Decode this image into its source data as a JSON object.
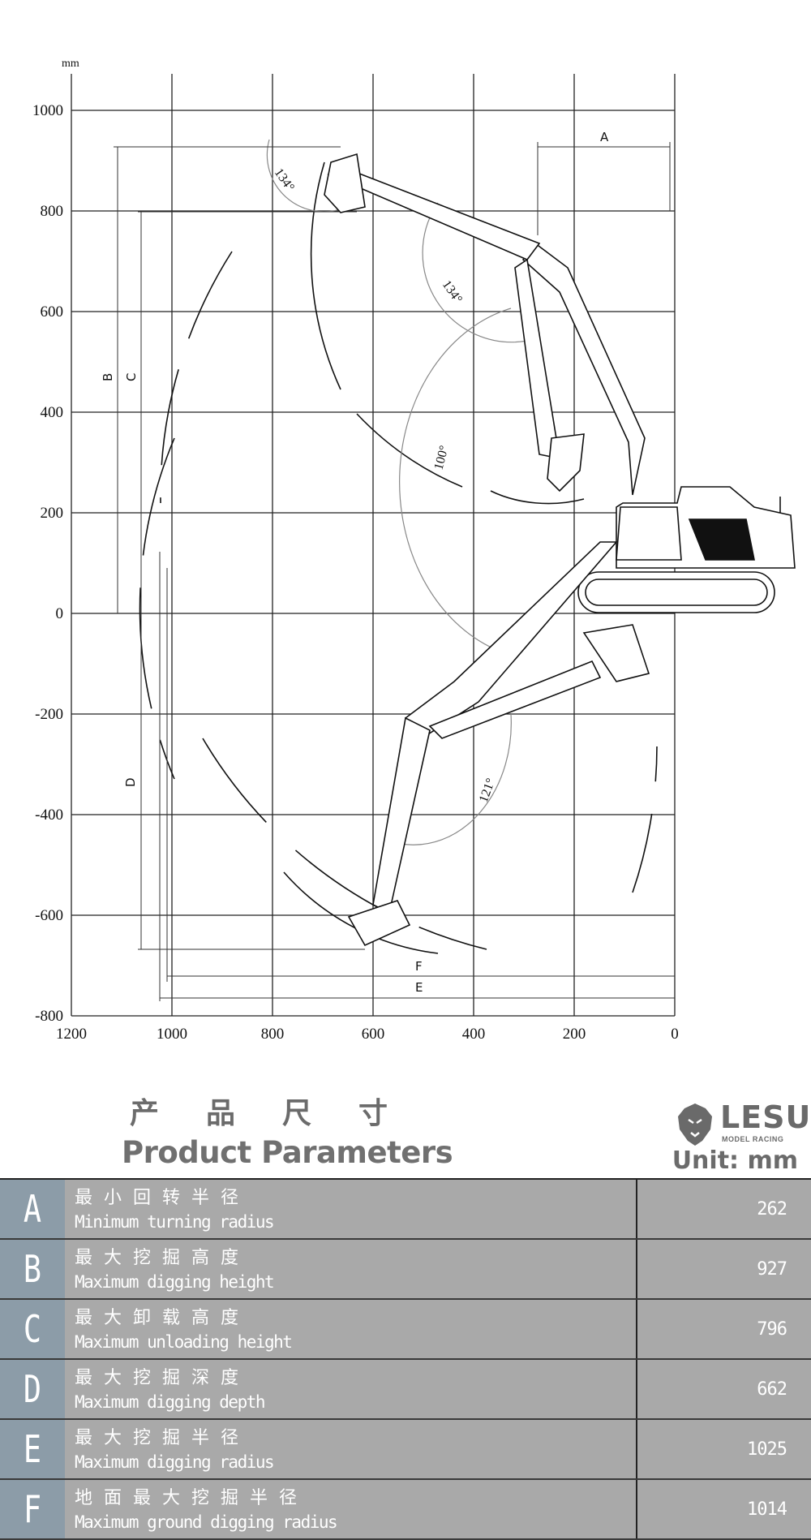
{
  "diagram": {
    "unit_label": "mm",
    "y_ticks": [
      "1000",
      "800",
      "600",
      "400",
      "200",
      "0",
      "-200",
      "-400",
      "-600",
      "-800"
    ],
    "x_ticks": [
      "1200",
      "1000",
      "800",
      "600",
      "400",
      "200",
      "0"
    ],
    "dimension_labels": {
      "A": "A",
      "B": "B",
      "C": "C",
      "D": "D",
      "E": "E",
      "F": "F"
    },
    "angle_labels": {
      "bucket_top": "134°",
      "arm_top": "134°",
      "boom": "100°",
      "arm_low": "121°"
    }
  },
  "header": {
    "title_cn": "产品尺寸",
    "title_en": "Product Parameters",
    "brand": "LESU",
    "brand_sub": "MODEL RACING",
    "unit": "Unit: mm"
  },
  "colors": {
    "label_bg": "#8c9ca8",
    "row_bg": "#a9a9a9",
    "title": "#6b6b6b"
  },
  "params": [
    {
      "key": "A",
      "cn": "最小回转半径",
      "en": "Minimum turning radius",
      "value": "262"
    },
    {
      "key": "B",
      "cn": "最大挖掘高度",
      "en": "Maximum digging height",
      "value": "927"
    },
    {
      "key": "C",
      "cn": "最大卸载高度",
      "en": "Maximum unloading height",
      "value": "796"
    },
    {
      "key": "D",
      "cn": "最大挖掘深度",
      "en": "Maximum digging depth",
      "value": "662"
    },
    {
      "key": "E",
      "cn": "最大挖掘半径",
      "en": "Maximum digging radius",
      "value": "1025"
    },
    {
      "key": "F",
      "cn": "地面最大挖掘半径",
      "en": "Maximum ground digging radius",
      "value": "1014"
    }
  ]
}
